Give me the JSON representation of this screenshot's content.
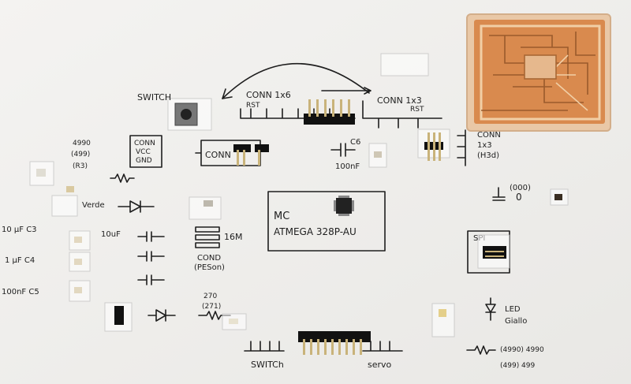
{
  "labels": {
    "switch_top": "SWITCH",
    "conn_1x6": "CONN 1x6",
    "conn_1x3": "CONN 1x3",
    "rst_left": "RST",
    "rst_right": "RST",
    "conn_left": "CONN",
    "conn_vcc": "VCC",
    "conn_gnd": "GND",
    "conn_box": "CONN",
    "c6": "C6",
    "c6_value": "100nF",
    "conn_right_1": "CONN",
    "conn_right_2": "1x3",
    "conn_right_3": "(H3d)",
    "r499_1": "4990",
    "r499_2": "(499)",
    "r499_3": "(R3)",
    "verde": "Verde",
    "c3": "10  µF C3",
    "c4": "1 µF   C4",
    "c5": "100nF  C5",
    "uf10": "10uF",
    "mc": "MC",
    "atmega": "ATMEGA 328P-AU",
    "res16m": "16M",
    "cond": "COND",
    "cond_sub": "(PESon)",
    "r270": "270",
    "r271": "(271)",
    "spi": "SPI",
    "led": "LED",
    "giallo": "Giallo",
    "r_bottom_1": "(4990) 4990",
    "r_bottom_2": "(499) 499",
    "switch_bottom": "SWITCh",
    "servo": "servo",
    "l000": "(000)",
    "zero": "0"
  }
}
